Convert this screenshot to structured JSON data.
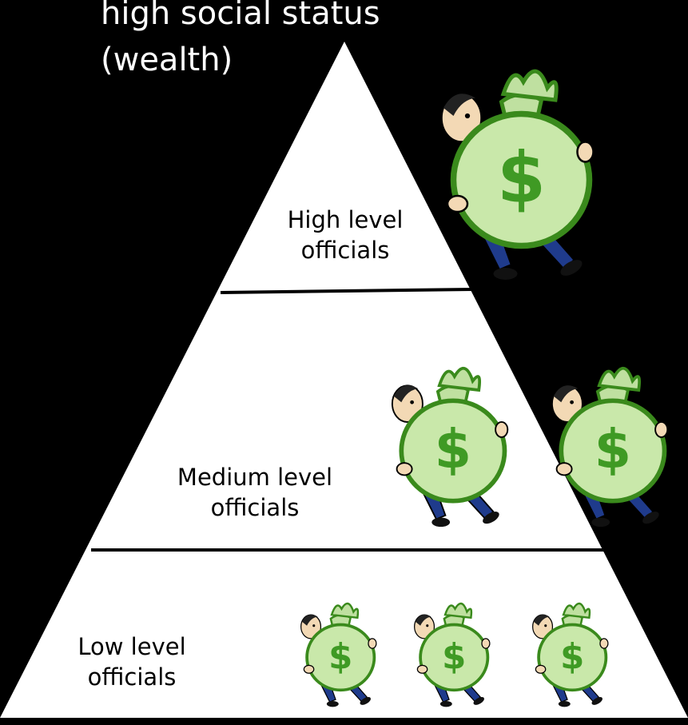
{
  "title": {
    "line1": "high social status",
    "line2": "(wealth)"
  },
  "tiers": [
    {
      "id": "high",
      "line1": "High level",
      "line2": "officials",
      "money_bags": 1
    },
    {
      "id": "medium",
      "line1": "Medium level",
      "line2": "officials",
      "money_bags": 2
    },
    {
      "id": "low",
      "line1": "Low level",
      "line2": "officials",
      "money_bags": 3
    }
  ],
  "icons": {
    "figure": "man-carrying-money-bag-icon",
    "symbol": "$"
  },
  "colors": {
    "background": "#000000",
    "pyramid": "#ffffff",
    "divider": "#000000",
    "bag_fill": "#bfe0a0",
    "bag_outline": "#3a8a1c",
    "dollar": "#3f9a24"
  }
}
